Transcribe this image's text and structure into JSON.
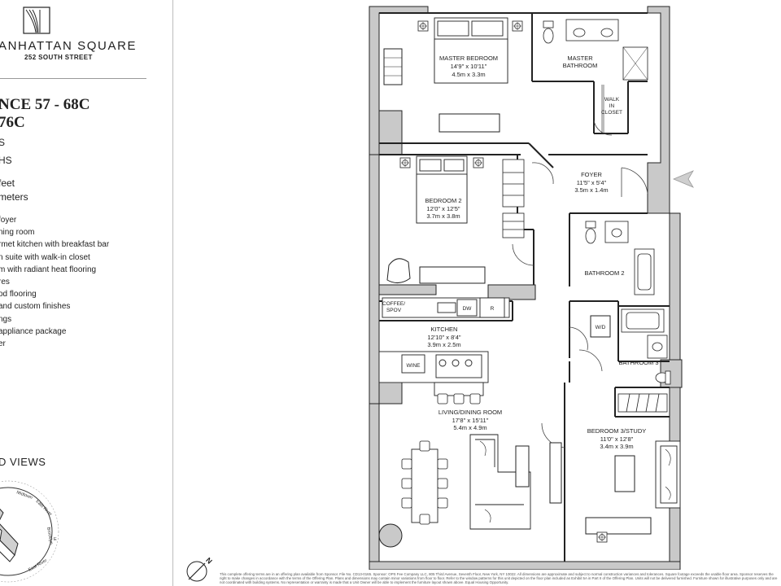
{
  "brand": {
    "name": "ANHATTAN SQUARE",
    "address": "252 SOUTH STREET"
  },
  "residence": {
    "line1": "NCE 57 - 68C",
    "line2": "76C",
    "beds": "S",
    "baths": "HS",
    "sqft": "feet",
    "sqm": "meters"
  },
  "features": [
    "foyer",
    "ning room",
    "rmet kitchen with breakfast bar",
    "n suite with walk-in closet",
    "m with radiant heat flooring",
    "res",
    "od flooring",
    "and custom finishes",
    "ngs",
    "appliance package",
    "er"
  ],
  "views": {
    "title": "D VIEWS",
    "labels": [
      "Midtown",
      "East River",
      "Brooklyn",
      "East River"
    ],
    "e_label": "E"
  },
  "rooms": {
    "master_bedroom": {
      "name": "MASTER BEDROOM",
      "imperial": "14'9\" x 10'11\"",
      "metric": "4.5m x 3.3m"
    },
    "master_bathroom": {
      "line1": "MASTER",
      "line2": "BATHROOM"
    },
    "walk_in_closet": {
      "line1": "WALK",
      "line2": "IN",
      "line3": "CLOSET"
    },
    "foyer": {
      "name": "FOYER",
      "imperial": "11'5\" x 5'4\"",
      "metric": "3.5m x 1.4m"
    },
    "bedroom_2": {
      "name": "BEDROOM 2",
      "imperial": "12'0\" x 12'5\"",
      "metric": "3.7m x 3.8m"
    },
    "bathroom_2": {
      "name": "BATHROOM 2"
    },
    "kitchen": {
      "name": "KITCHEN",
      "imperial": "12'10\" x 8'4\"",
      "metric": "3.9m x 2.5m"
    },
    "wd": {
      "name": "W/D"
    },
    "bathroom_3": {
      "name": "BATHROOM 3"
    },
    "living": {
      "name": "LIVING/DINING ROOM",
      "imperial": "17'8\" x 15'11\"",
      "metric": "5.4m x 4.9m"
    },
    "bedroom_3": {
      "name": "BEDROOM 3/STUDY",
      "imperial": "11'0\" x 12'8\"",
      "metric": "3.4m x 3.9m"
    }
  },
  "fixtures": {
    "coffee_line1": "COFFEE/",
    "coffee_line2": "SPOV",
    "dw": "DW",
    "r": "R",
    "wine": "WINE"
  },
  "north_label": "N",
  "fine_print": "This complete offering terms are in an offering plan available from Sponsor. File No. CD13-0165. Sponsor: OPS Fee Company LLC, 805 Third Avenue, Seventh Floor, New York, NY 10022. All dimensions are approximate and subject to normal construction variances and tolerances. Square footage exceeds the usable floor area. Sponsor reserves the right to make changes in accordance with the terms of the Offering Plan. Plans and dimensions may contain minor variations from floor to floor. Refer to the window patterns for this unit depicted on the floor plan included as Exhibit 5A in Part II of the Offering Plan. Units will not be delivered furnished. Furniture shown for illustrative purposes only and are not coordinated with building systems. No representation or warranty is made that a Unit Owner will be able to implement the furniture layout shown above. Equal Housing Opportunity."
}
